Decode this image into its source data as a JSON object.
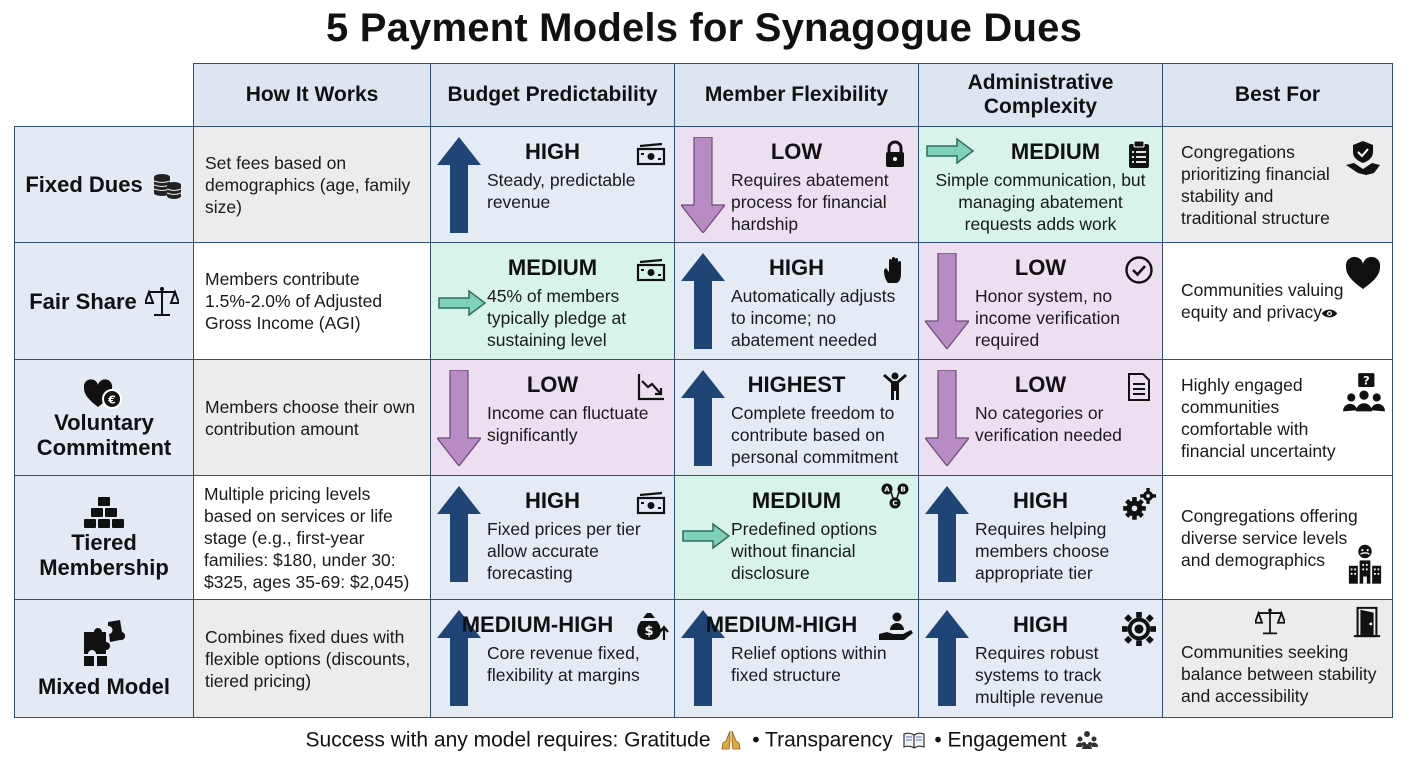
{
  "title": "5 Payment Models for Synagogue Dues",
  "columns": [
    "How It Works",
    "Budget Predictability",
    "Member Flexibility",
    "Administrative Complexity",
    "Best For"
  ],
  "rows": [
    {
      "name": "Fixed Dues",
      "icon": "coins-icon",
      "how": "Set fees based on demographics (age, family size)",
      "budget": {
        "level": "HIGH",
        "direction": "up",
        "text": "Steady, predictable revenue",
        "icon": "cash-icon"
      },
      "flex": {
        "level": "LOW",
        "direction": "down",
        "text": "Requires abatement process for financial hardship",
        "icon": "lock-icon"
      },
      "admin": {
        "level": "MEDIUM",
        "direction": "side",
        "text": "Simple communication, but managing abatement requests adds work",
        "icon": "clipboard-icon"
      },
      "best": {
        "text": "Congregations prioritizing financial stability and traditional structure",
        "icon": "handshake-shield-icon"
      }
    },
    {
      "name": "Fair Share",
      "icon": "scales-icon",
      "how": "Members contribute 1.5%-2.0% of Adjusted Gross Income (AGI)",
      "budget": {
        "level": "MEDIUM",
        "direction": "side",
        "text": "45% of members typically pledge at sustaining level",
        "icon": "cash-icon"
      },
      "flex": {
        "level": "HIGH",
        "direction": "up",
        "text": "Automatically adjusts to income; no abatement needed",
        "icon": "hand-icon"
      },
      "admin": {
        "level": "LOW",
        "direction": "down",
        "text": "Honor system, no income verification required",
        "icon": "check-circle-icon"
      },
      "best": {
        "text": "Communities valuing equity and privacy",
        "icon": "heart-icon"
      }
    },
    {
      "name": "Voluntary Commitment",
      "icon": "heart-coin-icon",
      "how": "Members choose their own contribution amount",
      "budget": {
        "level": "LOW",
        "direction": "down",
        "text": "Income can fluctuate significantly",
        "icon": "trend-down-icon"
      },
      "flex": {
        "level": "HIGHEST",
        "direction": "up",
        "text": "Complete freedom to contribute based on personal commitment",
        "icon": "person-arms-up-icon"
      },
      "admin": {
        "level": "LOW",
        "direction": "down",
        "text": "No categories or verification needed",
        "icon": "document-icon"
      },
      "best": {
        "text": "Highly engaged communities comfortable with financial uncertainty",
        "icon": "group-question-icon"
      }
    },
    {
      "name": "Tiered Membership",
      "icon": "stacked-blocks-icon",
      "how": "Multiple pricing levels based on services or life stage (e.g., first-year families: $180, under 30: $325, ages 35-69: $2,045)",
      "budget": {
        "level": "HIGH",
        "direction": "up",
        "text": "Fixed prices per tier allow accurate forecasting",
        "icon": "cash-icon"
      },
      "flex": {
        "level": "MEDIUM",
        "direction": "side",
        "text": "Predefined options without financial disclosure",
        "icon": "abc-options-icon"
      },
      "admin": {
        "level": "HIGH",
        "direction": "up",
        "text": "Requires helping members choose appropriate tier",
        "icon": "gears-icon"
      },
      "best": {
        "text": "Congregations offering diverse service levels and demographics",
        "icon": "building-people-icon"
      }
    },
    {
      "name": "Mixed Model",
      "icon": "puzzle-icon",
      "how": "Combines fixed dues with flexible options (discounts, tiered pricing)",
      "budget": {
        "level": "MEDIUM-HIGH",
        "direction": "up",
        "text": "Core revenue fixed, flexibility at margins",
        "icon": "money-bag-icon"
      },
      "flex": {
        "level": "MEDIUM-HIGH",
        "direction": "up",
        "text": "Relief options within fixed structure",
        "icon": "hand-person-icon"
      },
      "admin": {
        "level": "HIGH",
        "direction": "up",
        "text": "Requires robust systems to track multiple revenue",
        "icon": "gear-icon"
      },
      "best": {
        "text": "Communities seeking balance between stability and accessibility",
        "icon": "scales-door-icon"
      }
    }
  ],
  "footer": {
    "prefix": "Success with any model requires: Gratitude",
    "sep1": " • Transparency",
    "sep2": " • Engagement"
  },
  "colors": {
    "arrow_up": "#1f4577",
    "arrow_down": "#b98bc4",
    "arrow_side": "#7fd0b8",
    "border": "#2f4f75"
  }
}
